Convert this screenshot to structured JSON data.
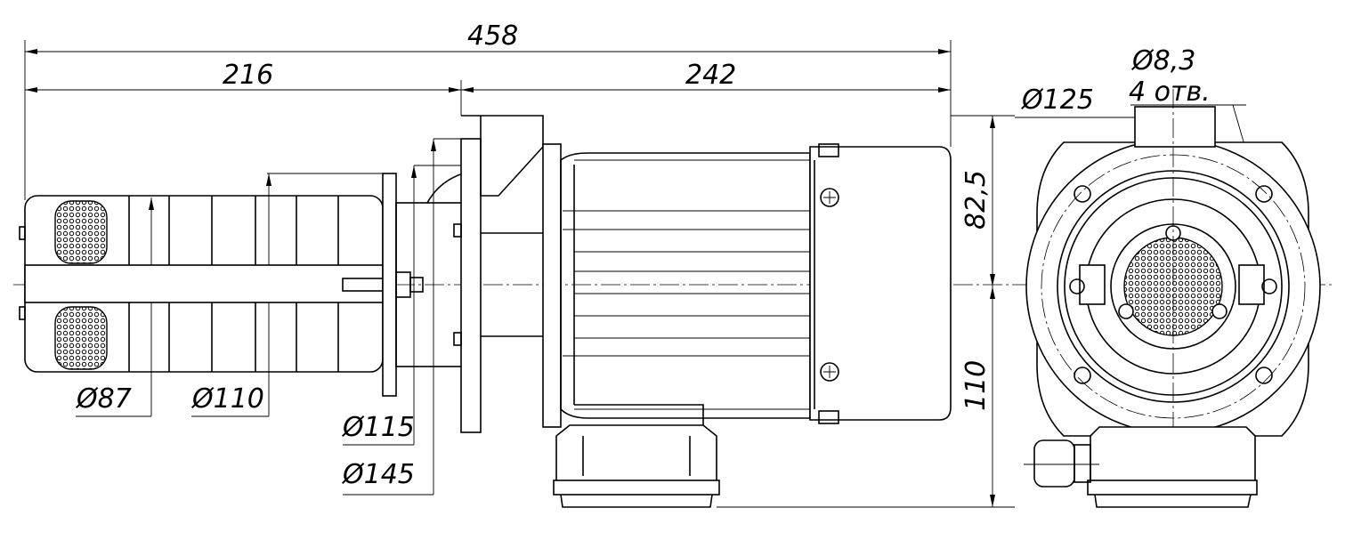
{
  "dimensions": {
    "overall_length": "458",
    "pump_length": "216",
    "motor_length": "242",
    "height_above_axis": "82,5",
    "height_below_axis": "110",
    "dia_87": "Ø87",
    "dia_110": "Ø110",
    "dia_115": "Ø115",
    "dia_145": "Ø145",
    "dia_125": "Ø125",
    "hole_dia": "Ø8,3",
    "hole_count": "4 отв."
  }
}
